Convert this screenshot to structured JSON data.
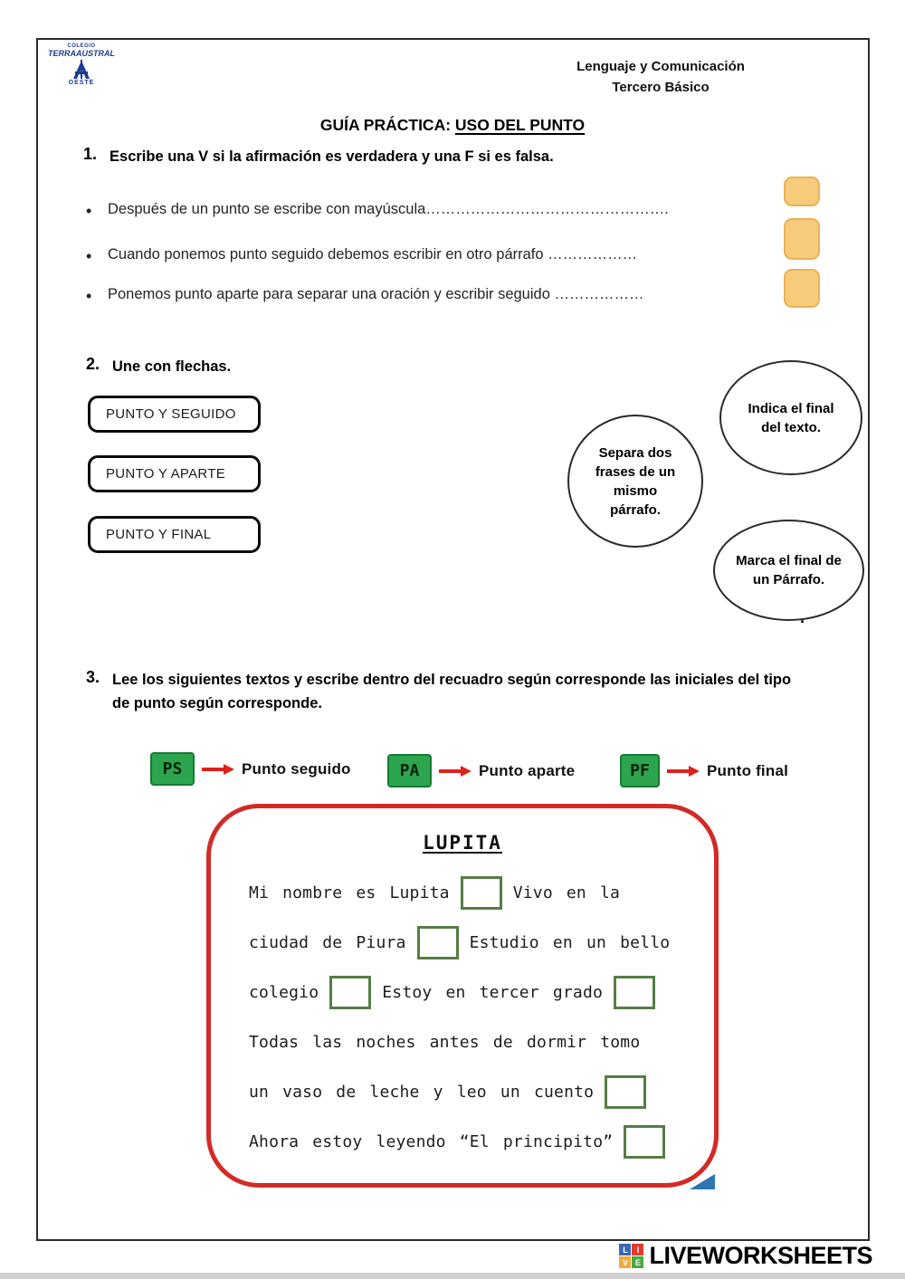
{
  "header": {
    "logo": {
      "line1": "COLEGIO",
      "line2": "TERRAAUSTRAL",
      "line3": "OESTE"
    },
    "subject_line1": "Lenguaje y Comunicación",
    "subject_line2": "Tercero Básico",
    "title_prefix": "GUÍA PRÁCTICA: ",
    "title_main": "USO DEL PUNTO"
  },
  "section1": {
    "number": "1.",
    "instruction": "Escribe una V si la afirmación es verdadera y una F si es falsa.",
    "bullet": "•",
    "items": [
      "Después de un punto se escribe con mayúscula………………………………………….",
      "Cuando ponemos punto seguido debemos escribir en otro párrafo ………………",
      "Ponemos punto aparte para separar una oración y escribir seguido  ………………"
    ]
  },
  "section2": {
    "number": "2.",
    "instruction": "Une  con flechas.",
    "match_boxes": [
      "PUNTO Y SEGUIDO",
      "PUNTO Y APARTE",
      "PUNTO  Y  FINAL"
    ],
    "ovals": {
      "separa": "Separa dos frases de un mismo párrafo.",
      "indica": "Indica el final del texto.",
      "marca": "Marca el final de un Párrafo."
    },
    "stray_dot": "."
  },
  "section3": {
    "number": "3.",
    "instruction": "Lee los siguientes textos y escribe dentro del recuadro según corresponde las iniciales del tipo de punto según corresponde.",
    "legend": [
      {
        "abbr": "PS",
        "label": "Punto seguido"
      },
      {
        "abbr": "PA",
        "label": "Punto aparte"
      },
      {
        "abbr": "PF",
        "label": "Punto final"
      }
    ],
    "story": {
      "title": "LUPITA",
      "lines": [
        [
          {
            "t": "text",
            "v": "Mi nombre es Lupita"
          },
          {
            "t": "box"
          },
          {
            "t": "text",
            "v": "Vivo en la"
          }
        ],
        [
          {
            "t": "text",
            "v": "ciudad de Piura"
          },
          {
            "t": "box"
          },
          {
            "t": "text",
            "v": "Estudio en un bello"
          }
        ],
        [
          {
            "t": "text",
            "v": "colegio"
          },
          {
            "t": "box"
          },
          {
            "t": "text",
            "v": "Estoy en tercer grado"
          },
          {
            "t": "box"
          }
        ],
        [
          {
            "t": "text",
            "v": "Todas las noches antes de dormir tomo"
          }
        ],
        [
          {
            "t": "text",
            "v": "un vaso de leche y leo un cuento"
          },
          {
            "t": "box"
          }
        ],
        [
          {
            "t": "text",
            "v": "Ahora estoy leyendo “El principito”"
          },
          {
            "t": "box"
          }
        ]
      ]
    }
  },
  "footer": {
    "brand": "LIVEWORKSHEETS",
    "icon_letters": [
      "L",
      "I",
      "V",
      "E"
    ]
  },
  "colors": {
    "accent_red": "#d22b27",
    "legend_green": "#2da44e",
    "answer_orange_fill": "#f7cb7c",
    "answer_orange_border": "#eab257",
    "inline_green_border": "#567d46",
    "logo_blue": "#1b3c8f",
    "arrow_red": "#e0201b",
    "triangle_blue": "#2e75b6"
  }
}
